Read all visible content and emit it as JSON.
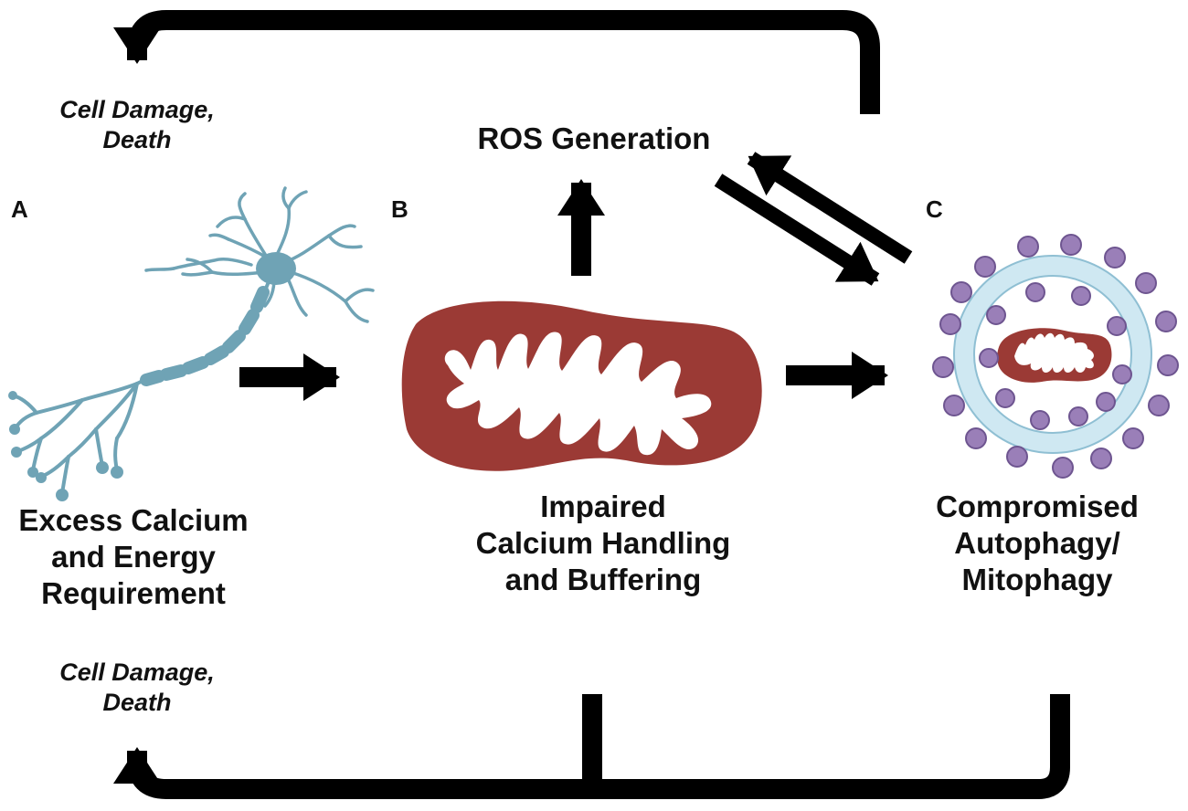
{
  "panels": {
    "a": {
      "letter": "A",
      "line1": "Excess Calcium",
      "line2": "and Energy",
      "line3": "Requirement"
    },
    "b": {
      "letter": "B",
      "line1": "Impaired",
      "line2": "Calcium Handling",
      "line3": "and Buffering"
    },
    "c": {
      "letter": "C",
      "line1": "Compromised",
      "line2": "Autophagy/",
      "line3": "Mitophagy"
    }
  },
  "ros": {
    "label": "ROS Generation"
  },
  "outcomes": {
    "top": {
      "line1": "Cell Damage,",
      "line2": "Death"
    },
    "bottom": {
      "line1": "Cell Damage,",
      "line2": "Death"
    }
  },
  "colors": {
    "neuron": "#6fa3b5",
    "mitochondrion": "#9b3a35",
    "autophagosome_ring": "#cfe8f2",
    "autophagosome_outline": "#8fbfd3",
    "vesicle_particle": "#9a7fb8",
    "arrow": "#000000"
  }
}
